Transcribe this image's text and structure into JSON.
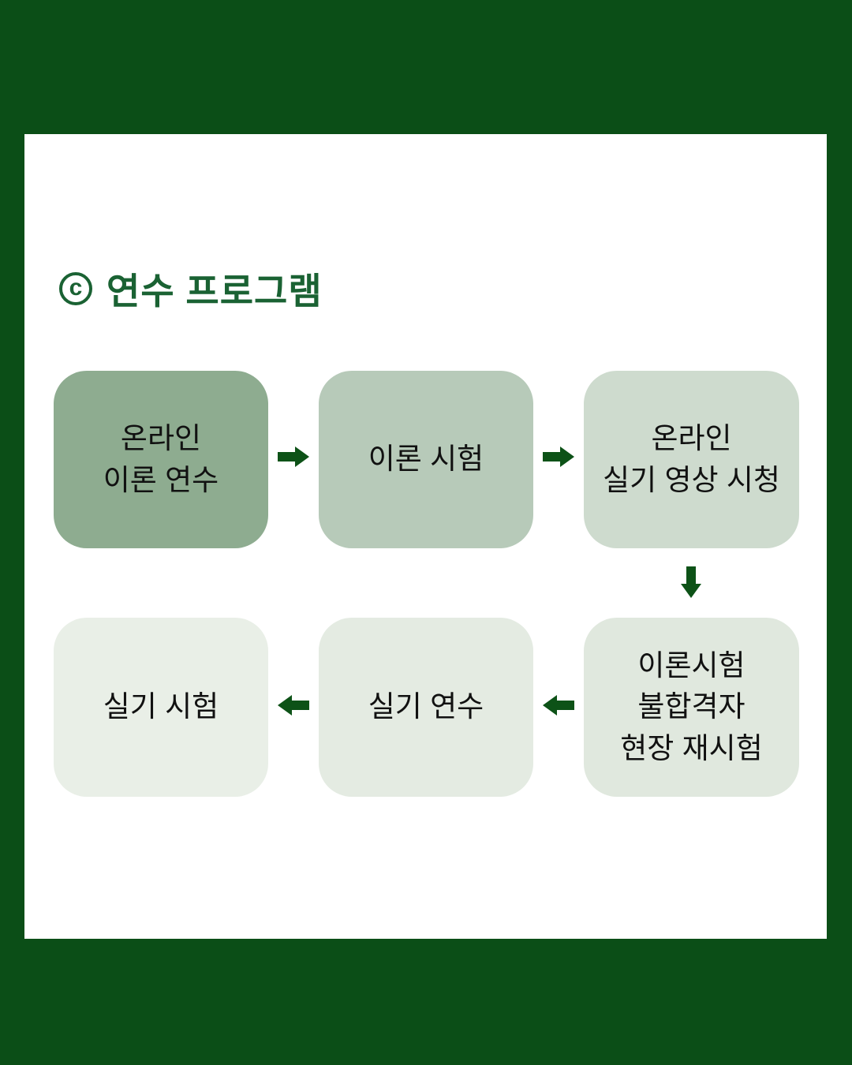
{
  "page": {
    "background_color": "#0B4E17",
    "panel_background": "#FFFFFF"
  },
  "title": {
    "badge": "c",
    "text": "연수 프로그램",
    "color": "#1A6233"
  },
  "flowchart": {
    "arrow_color": "#0D5217",
    "text_color": "#111111",
    "steps": [
      {
        "id": 1,
        "label": "온라인\n이론 연수",
        "bg": "#8EAC90"
      },
      {
        "id": 2,
        "label": "이론 시험",
        "bg": "#B7CAB9"
      },
      {
        "id": 3,
        "label": "온라인\n실기 영상 시청",
        "bg": "#CEDBCE"
      },
      {
        "id": 4,
        "label": "이론시험\n불합격자\n현장 재시험",
        "bg": "#E0E8DE"
      },
      {
        "id": 5,
        "label": "실기 연수",
        "bg": "#E4EBE2"
      },
      {
        "id": 6,
        "label": "실기 시험",
        "bg": "#E9EFE7"
      }
    ],
    "connections": [
      {
        "from": 1,
        "to": 2,
        "direction": "right"
      },
      {
        "from": 2,
        "to": 3,
        "direction": "right"
      },
      {
        "from": 3,
        "to": 4,
        "direction": "down"
      },
      {
        "from": 4,
        "to": 5,
        "direction": "left"
      },
      {
        "from": 5,
        "to": 6,
        "direction": "left"
      }
    ]
  }
}
